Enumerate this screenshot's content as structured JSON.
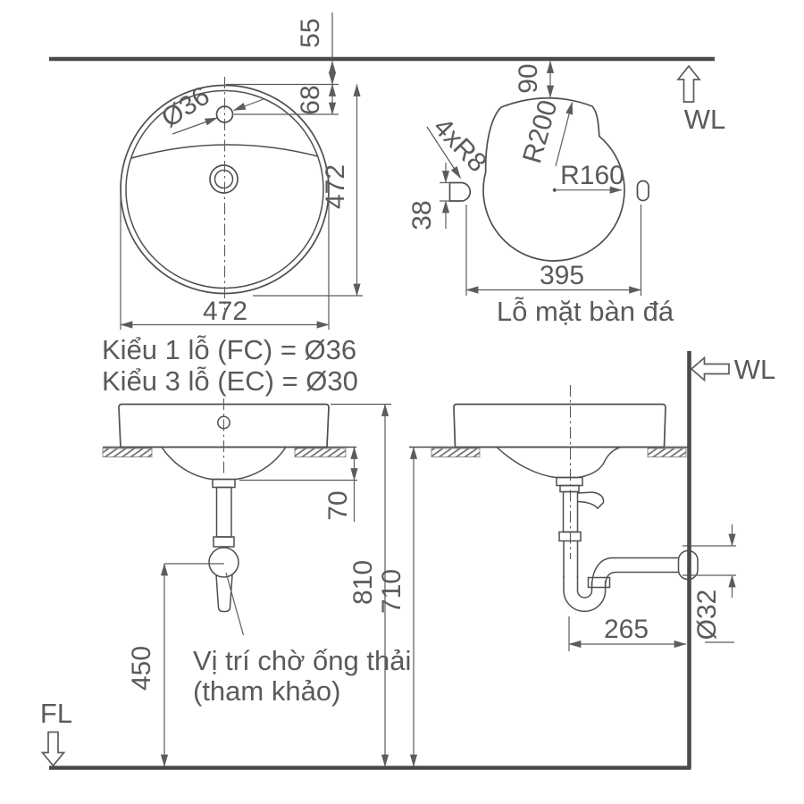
{
  "colors": {
    "line": "#4f4f4f",
    "thick": "#4a4a4a",
    "dim": "#5c5c5c",
    "text": "#5a5a5a"
  },
  "top_view": {
    "faucet_hole": "Ø36",
    "width": "472",
    "height": "472",
    "wall_gap": "55",
    "hole_offset": "68"
  },
  "type_notes": {
    "line1": "Kiểu 1 lỗ (FC) = Ø36",
    "line2": "Kiểu 3 lỗ (EC) = Ø30"
  },
  "cutout": {
    "caption": "Lỗ mặt bàn đá",
    "wall_gap": "90",
    "top_radius": "R200",
    "radius": "R160",
    "slot_radius": "4xR8",
    "slot_height": "38",
    "width": "395"
  },
  "front_view": {
    "drain_drop": "70",
    "trap_height": "450",
    "overall_height": "810",
    "counter_height": "710",
    "note1": "Vị trí chờ ống thải",
    "note2": "(tham khảo)"
  },
  "side_view": {
    "wall_distance": "265",
    "pipe_dia": "Ø32"
  },
  "markers": {
    "water_line_top": "WL",
    "water_line_side": "WL",
    "floor_line": "FL"
  }
}
